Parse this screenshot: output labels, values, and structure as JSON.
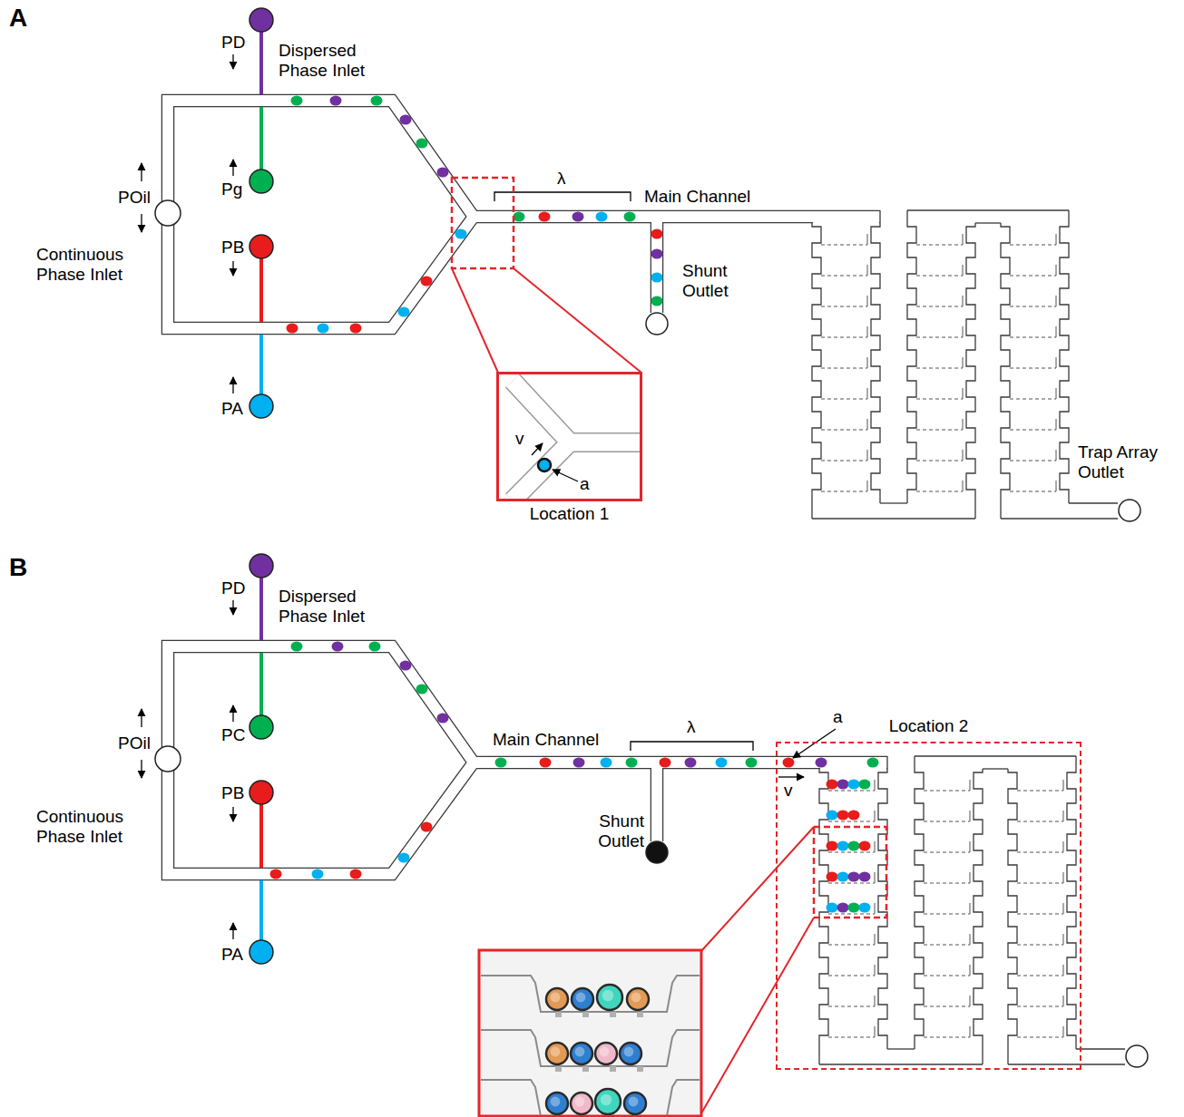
{
  "diagram": {
    "nodes": [
      {
        "text": [
          "v",
          "a",
          "Location 1"
        ]
      },
      {
        "text": [
          "Location 2"
        ]
      }
    ],
    "labels": [
      "A",
      "PD",
      "Dispersed Phase Inlet",
      "Pg",
      "POil",
      "Continuous Phase Inlet",
      "PB",
      "PA",
      "λ",
      "Main Channel",
      "Shunt Outlet",
      "Trap Array Outlet",
      "B",
      "PD",
      "Dispersed Phase Inlet",
      "PC",
      "POil",
      "Continuous Phase Inlet",
      "PB",
      "PA",
      "Main Channel",
      "λ",
      "Shunt Outlet",
      "a",
      "v"
    ]
  }
}
